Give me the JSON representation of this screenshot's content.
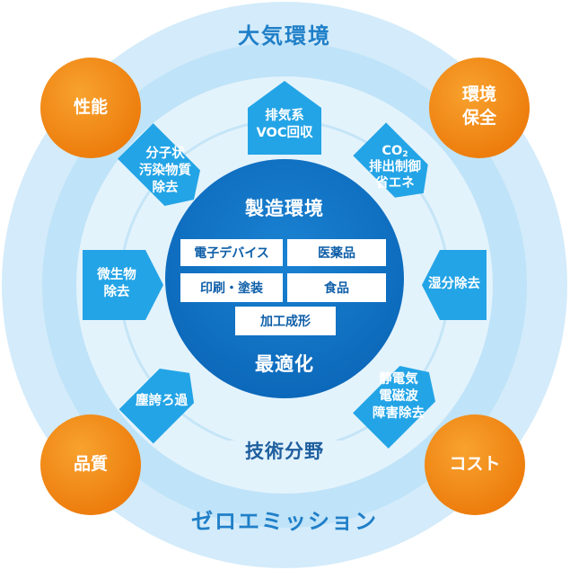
{
  "outer_ring": {
    "top_label": "大気環境",
    "bottom_label": "ゼロエミッション"
  },
  "inner_ring": {
    "label": "技術分野"
  },
  "center": {
    "title": "製造環境",
    "subtitle": "最適化",
    "items": [
      "電子デバイス",
      "医薬品",
      "印刷・塗装",
      "食品",
      "加工成形"
    ]
  },
  "corners": {
    "top_left": "性能",
    "top_right_line1": "環境",
    "top_right_line2": "保全",
    "bottom_left": "品質",
    "bottom_right": "コスト"
  },
  "tech_nodes": {
    "top_line1": "排気系",
    "top_line2": "VOC回収",
    "top_right_line1": "CO",
    "top_right_sub": "2",
    "top_right_line2": "排出制御",
    "top_right_line3": "省エネ",
    "right": "湿分除去",
    "bottom_right_line1": "静電気",
    "bottom_right_line2": "電磁波",
    "bottom_right_line3": "障害除去",
    "bottom_left": "塵誇ろ過",
    "left_line1": "微生物",
    "left_line2": "除去",
    "top_left_line1": "分子状",
    "top_left_line2": "汚染物質",
    "top_left_line3": "除去"
  },
  "colors": {
    "outer_ring": "#d4ecfa",
    "mid_ring": "#b9e0f7",
    "inner_disc": "#e6f4fc",
    "center": "#0f72c4",
    "hexagon": "#23a4e6",
    "orange": "#f18a10"
  }
}
